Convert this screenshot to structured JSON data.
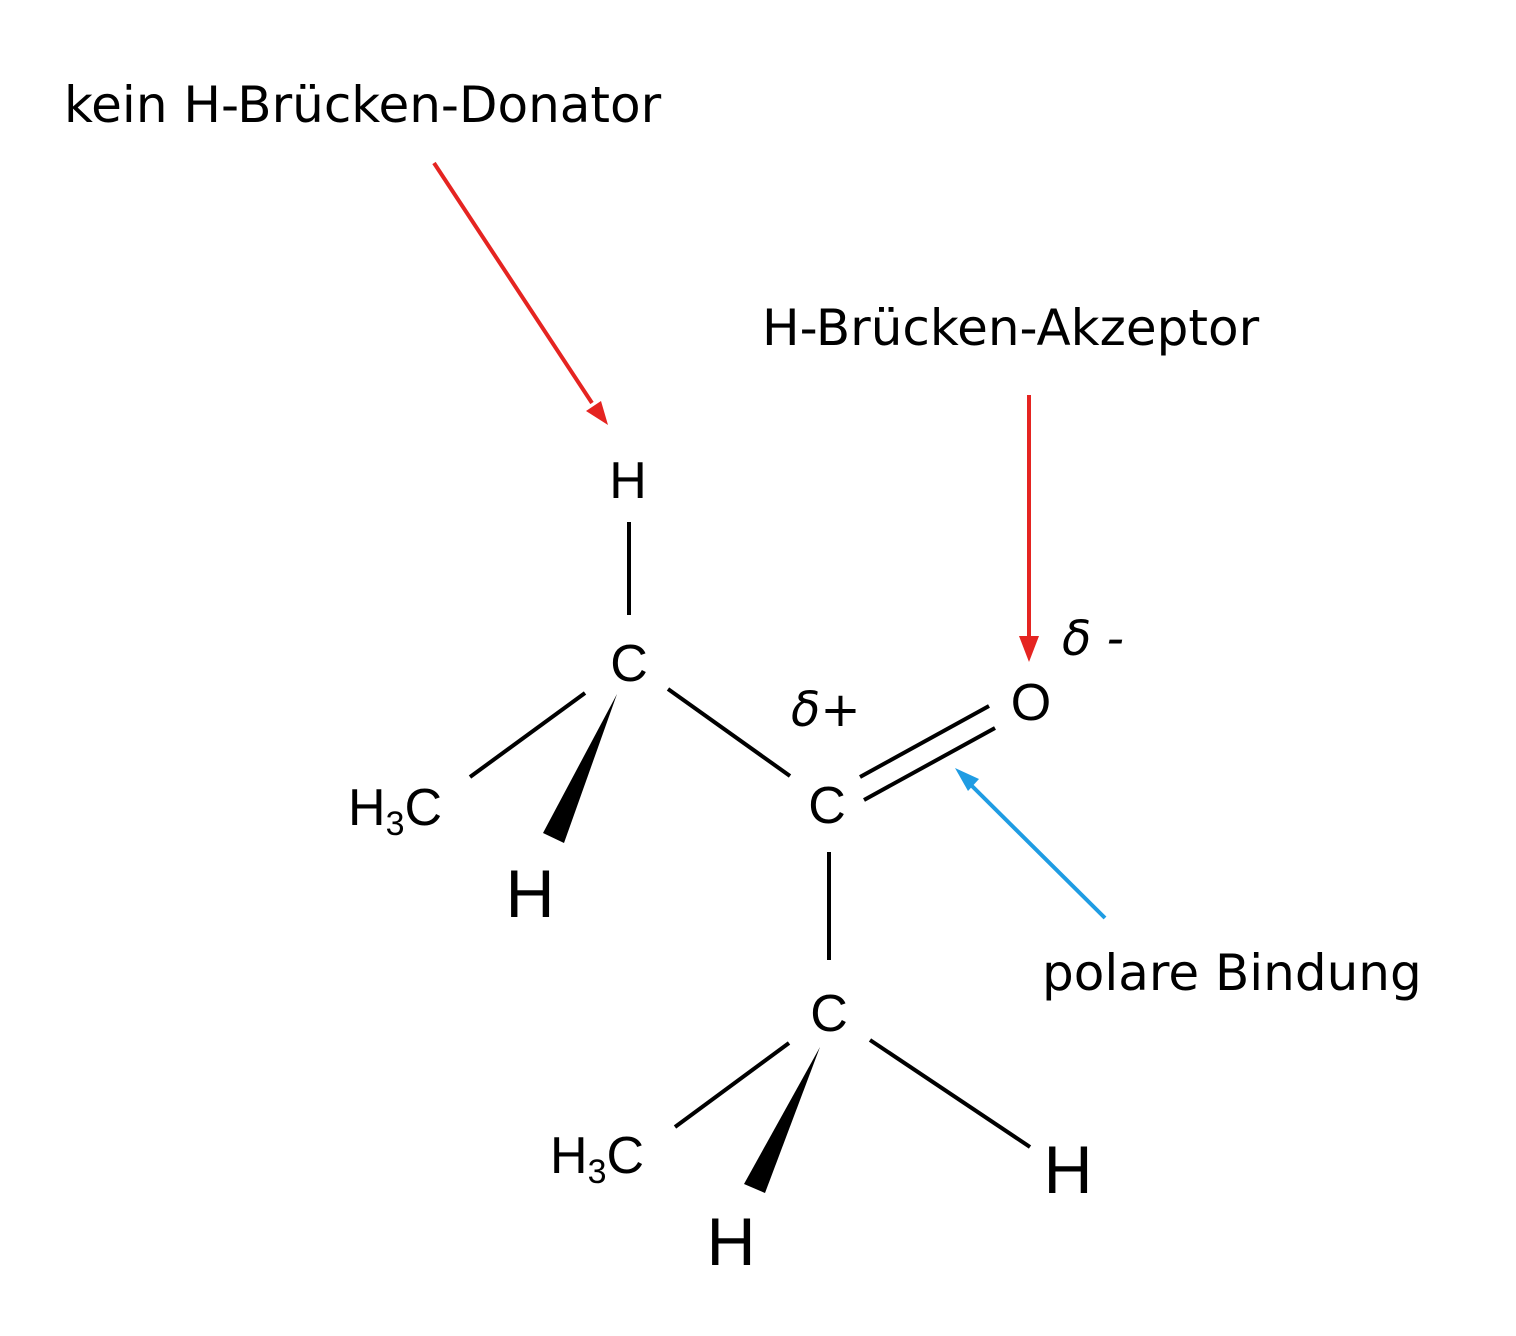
{
  "labels": {
    "donor": "kein H-Brücken-Donator",
    "acceptor": "H-Brücken-Akzeptor",
    "polar_bond": "polare Bindung"
  },
  "partial_charges": {
    "positive": "δ+",
    "negative": "δ -"
  },
  "atoms": {
    "h_top": "H",
    "c_upper": "C",
    "ch3_upper_main": "H",
    "ch3_upper_sub": "3",
    "ch3_upper_c": "C",
    "h_upper_wedge": "H",
    "c_center": "C",
    "o": "O",
    "c_lower": "C",
    "ch3_lower_main": "H",
    "ch3_lower_sub": "3",
    "ch3_lower_c": "C",
    "h_lower_wedge": "H",
    "h_lower_right": "H"
  },
  "colors": {
    "arrow_red": "#e52421",
    "arrow_blue": "#1f9ce3",
    "ink": "#000000"
  }
}
